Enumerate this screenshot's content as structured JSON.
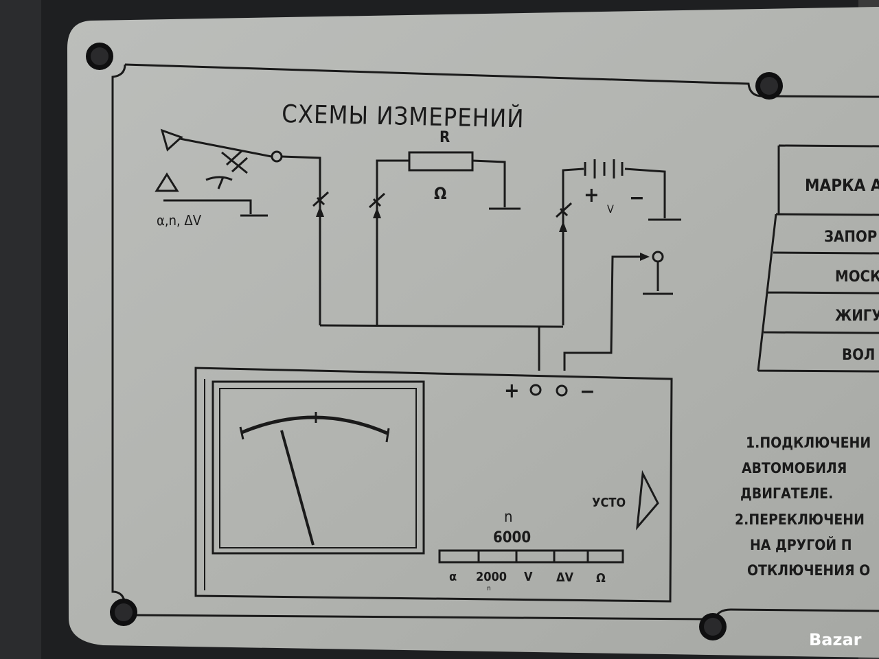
{
  "panel": {
    "title": "СХЕМЫ ИЗМЕРЕНИЙ",
    "colors": {
      "plate": "#b4b6b2",
      "ink": "#1a1a1a",
      "frame": "#1e1f21"
    }
  },
  "schematics": {
    "sensor_label": "α,n, ΔV",
    "resistor_label": "R",
    "ohm_label": "Ω",
    "battery_plus": "+",
    "battery_v": "V",
    "battery_minus": "−"
  },
  "device": {
    "terminals": [
      "+",
      "○",
      "○",
      "−"
    ],
    "zero_label": "УСТО",
    "scale_n": "n",
    "scale_6000": "6000",
    "switch_labels": [
      "α",
      "2000",
      "V",
      "ΔV",
      "Ω"
    ],
    "switch_sub": "n"
  },
  "table": {
    "header": "МАРКА А",
    "rows": [
      "ЗАПОР",
      "МОСК",
      "ЖИГУ",
      "ВОЛ"
    ]
  },
  "instructions": [
    "1.ПОДКЛЮЧЕНИ",
    "АВТОМОБИЛЯ",
    "ДВИГАТЕЛЕ.",
    "2.ПЕРЕКЛЮЧЕНИ",
    "НА ДРУГОЙ П",
    "ОТКЛЮЧЕНИЯ О"
  ],
  "watermark": "Bazar"
}
